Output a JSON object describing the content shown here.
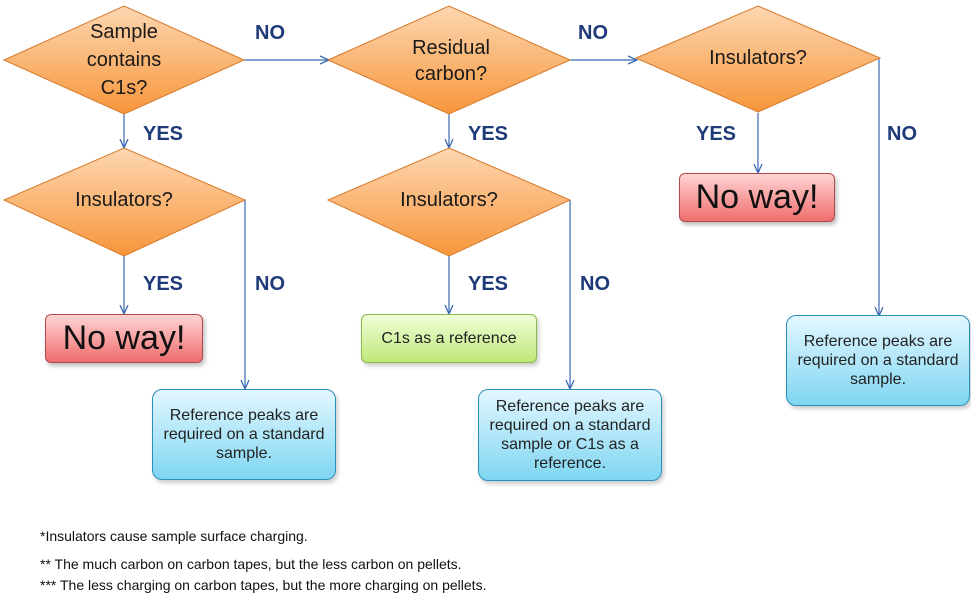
{
  "diamonds": {
    "d1": [
      "Sample",
      "contains",
      "C1s?"
    ],
    "d2": [
      "Residual",
      "carbon?"
    ],
    "d3": [
      "Insulators?"
    ],
    "d4": [
      "Insulators?"
    ],
    "d5": [
      "Insulators?"
    ]
  },
  "labels": {
    "no_d1_d2": "NO",
    "no_d2_d3": "NO",
    "yes_d1_d4": "YES",
    "yes_d2_d5": "YES",
    "yes_d3": "YES",
    "no_d3": "NO",
    "yes_d4": "YES",
    "no_d4": "NO",
    "yes_d5": "YES",
    "no_d5": "NO"
  },
  "boxes": {
    "noway_top": "No way!",
    "noway_left": "No way!",
    "c1s_ref": "C1s as a reference",
    "ref_right": "Reference peaks are required on a standard sample.",
    "ref_left": "Reference peaks are required on a standard sample.",
    "ref_middle": "Reference peaks are required on a standard sample or C1s as a reference."
  },
  "notes": {
    "n1": "*Insulators cause sample surface charging.",
    "n2": "** The much carbon on carbon tapes, but the less carbon on pellets.",
    "n3": "*** The less charging on carbon tapes, but the more charging on pellets."
  },
  "colors": {
    "diamond_top": "#fdd7b2",
    "diamond_bottom": "#f7963a",
    "diamond_stroke": "#d77a2a",
    "arrow": "#3a6ab3",
    "label": "#1f3a78"
  }
}
